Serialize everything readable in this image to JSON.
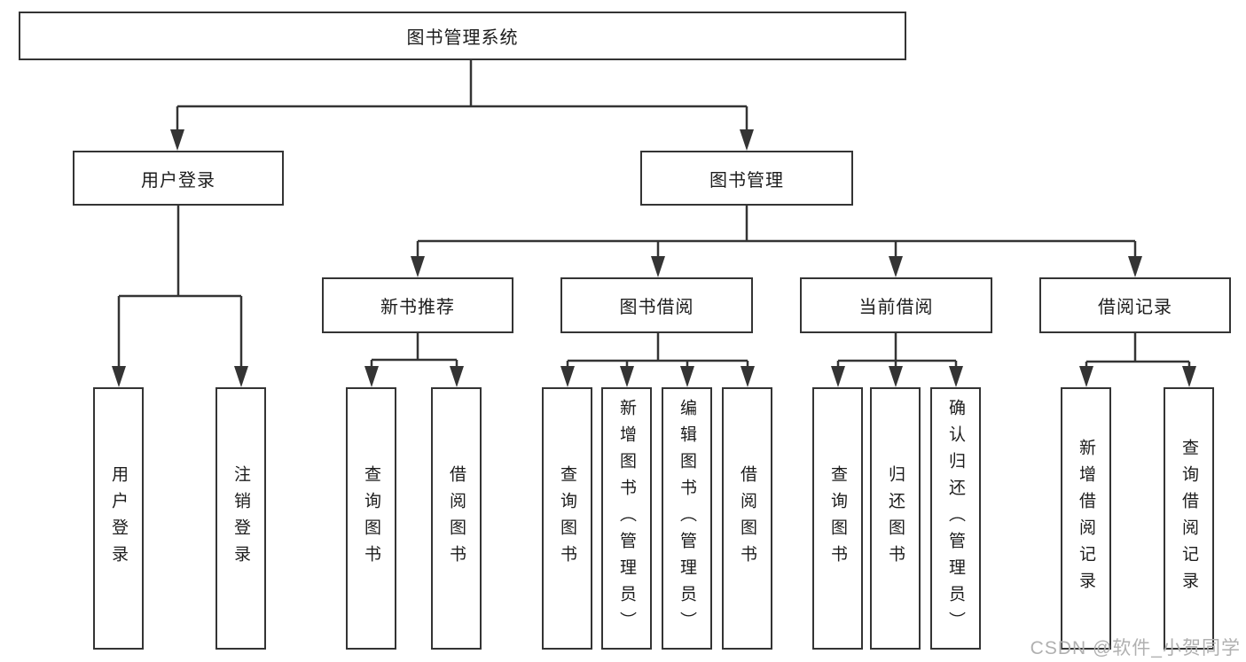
{
  "diagram": {
    "root": "图书管理系统",
    "level2": {
      "user_login": "用户登录",
      "book_management": "图书管理"
    },
    "level3": [
      "新书推荐",
      "图书借阅",
      "当前借阅",
      "借阅记录"
    ],
    "leaves": {
      "login": [
        "用户登录",
        "注销登录"
      ],
      "newbook": [
        "查询图书",
        "借阅图书"
      ],
      "borrow": [
        "查询图书",
        "新增图书（管理员）",
        "编辑图书（管理员）",
        "借阅图书"
      ],
      "current": [
        "查询图书",
        "归还图书",
        "确认归还（管理员）"
      ],
      "record": [
        "新增借阅记录",
        "查询借阅记录"
      ]
    }
  },
  "watermark": "CSDN @软件_小贺同学",
  "colors": {
    "line": "#343434",
    "text": "#1c1c1c",
    "background": "#ffffff",
    "watermark": "#b0b0b0"
  }
}
